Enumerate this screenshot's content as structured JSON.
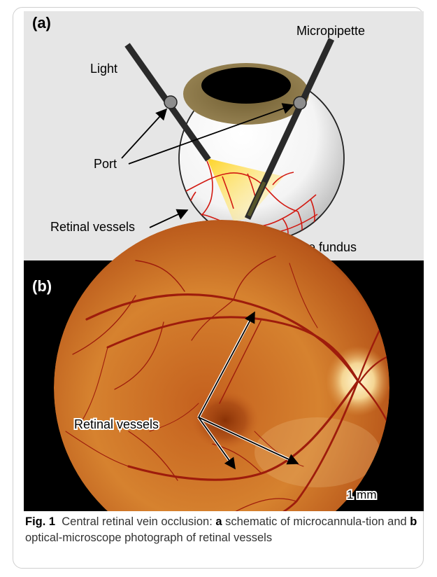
{
  "panel_a": {
    "label": "(a)",
    "light": "Light",
    "micropipette": "Micropipette",
    "port": "Port",
    "retinal_vessels": "Retinal vessels",
    "eye_fundus": "Eye fundus"
  },
  "panel_b": {
    "label": "(b)",
    "retinal_vessels": "Retinal vessels",
    "scale_label": "1 mm"
  },
  "caption": {
    "fig_label": "Fig. 1",
    "text_1": "Central retinal vein occlusion: ",
    "letter_a": "a",
    "text_2": " schematic of microcannula-tion and ",
    "letter_b": "b",
    "text_3": " optical-microscope photograph of retinal vessels"
  },
  "colors": {
    "panel_a_bg": "#e6e6e6",
    "fundus_orange": "#d77a2a",
    "vessel_red": "#c41a14",
    "instrument": "#2a2a2a",
    "iris": "#8a7548"
  }
}
